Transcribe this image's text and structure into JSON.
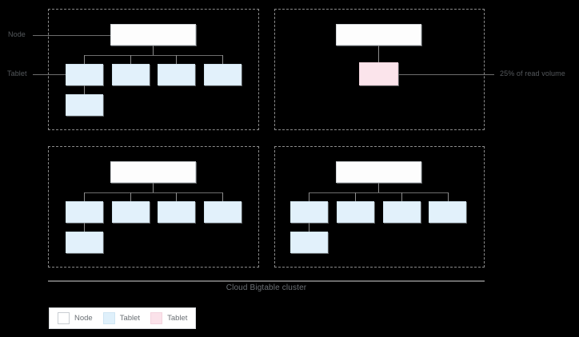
{
  "diagram": {
    "caption": "Cloud Bigtable cluster",
    "annotations": {
      "node_label": "Node",
      "tablet_label": "Tablet",
      "read_volume_callout": "25% of read volume"
    },
    "colors": {
      "node_fill": "#fdfdfd",
      "tablet_fill": "#e2f1fb",
      "tablet_hot_fill": "#fbe4eb",
      "connector": "#6d6d6d",
      "zone_border": "#8a8a8a",
      "text": "#5f6368"
    },
    "zones": [
      {
        "id": "zone-top-left",
        "node_count": 1,
        "tablet_count": 5,
        "tablets_in_row": 4,
        "has_child_tablet": true,
        "hot_tablet": false
      },
      {
        "id": "zone-top-right",
        "node_count": 1,
        "tablet_count": 1,
        "tablets_in_row": 1,
        "has_child_tablet": false,
        "hot_tablet": true
      },
      {
        "id": "zone-bottom-left",
        "node_count": 1,
        "tablet_count": 5,
        "tablets_in_row": 4,
        "has_child_tablet": true,
        "hot_tablet": false
      },
      {
        "id": "zone-bottom-right",
        "node_count": 1,
        "tablet_count": 5,
        "tablets_in_row": 4,
        "has_child_tablet": true,
        "hot_tablet": false
      }
    ],
    "legend": {
      "items": [
        {
          "label": "Node",
          "swatch": "node-swatch"
        },
        {
          "label": "Tablet",
          "swatch": "tablet-swatch"
        },
        {
          "label": "Tablet",
          "swatch": "tablet-hot-swatch"
        }
      ]
    }
  }
}
